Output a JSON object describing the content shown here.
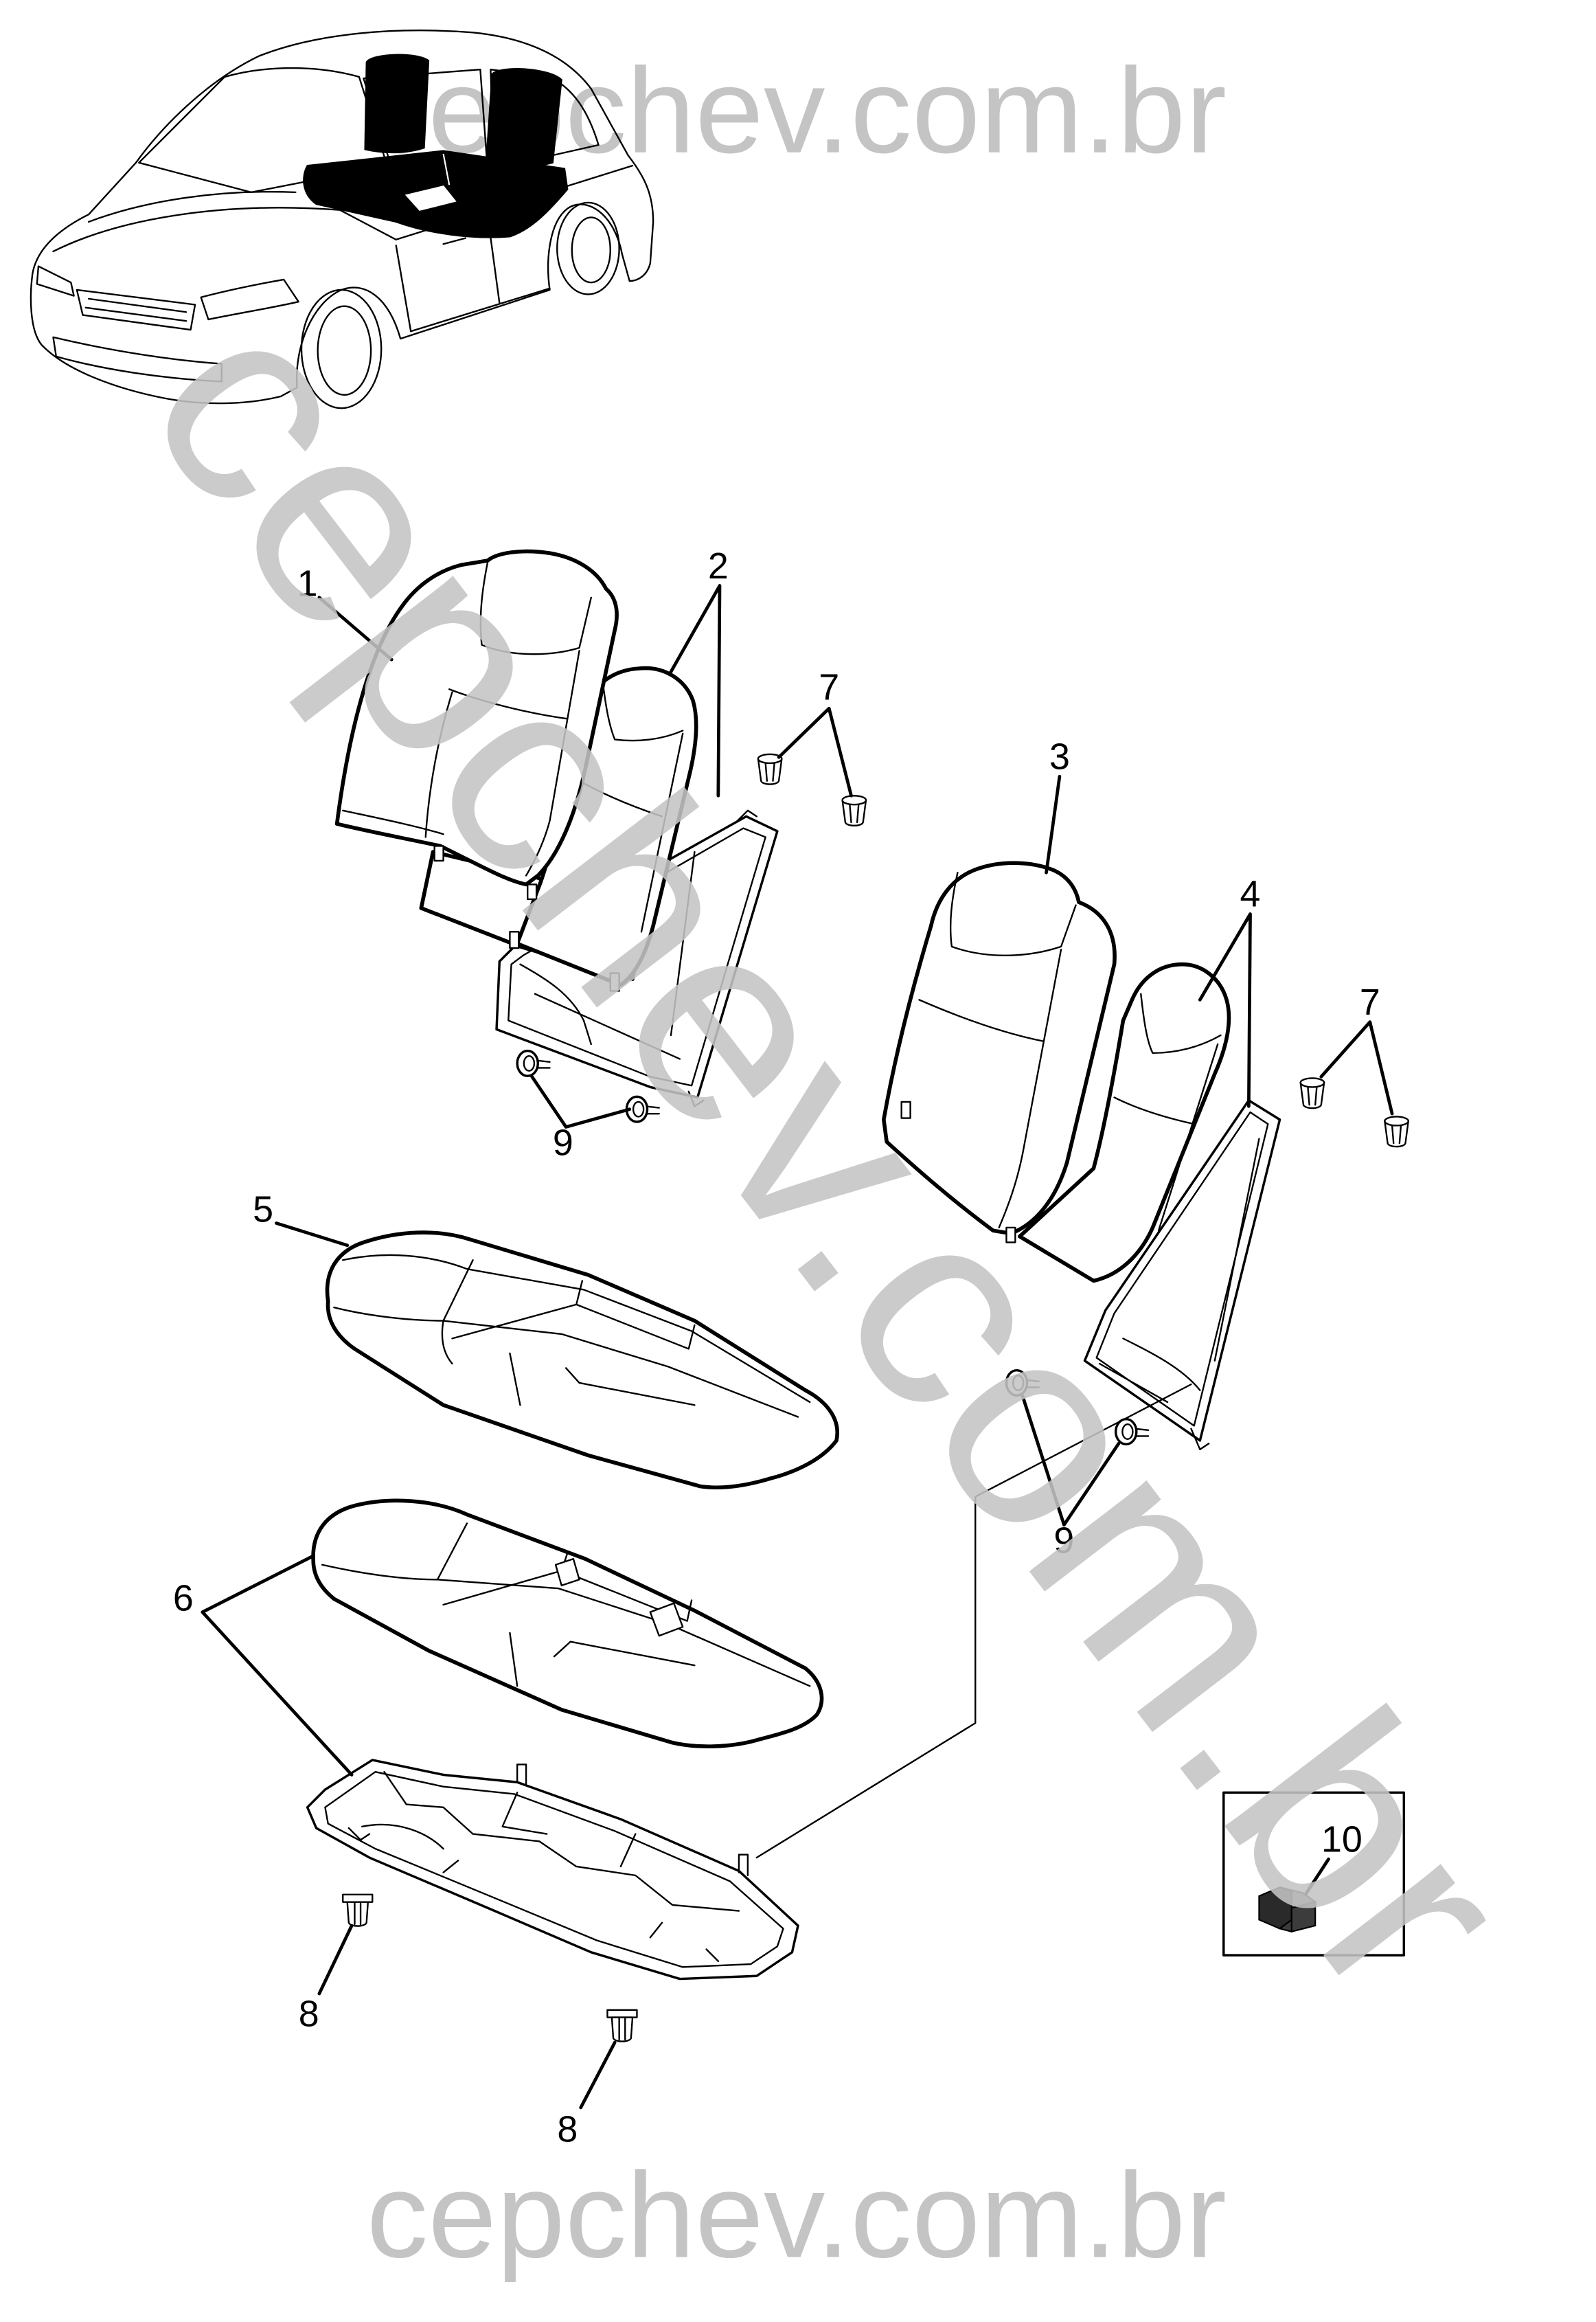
{
  "watermarks": {
    "top": "cepchev.com.br",
    "diagonal": "cepchev.com.br",
    "bottom": "cepchev.com.br"
  },
  "callouts": {
    "part_1": "1",
    "part_2": "2",
    "part_3": "3",
    "part_4": "4",
    "part_5": "5",
    "part_6": "6",
    "part_7_left": "7",
    "part_7_right": "7",
    "part_8_left": "8",
    "part_8_bottom": "8",
    "part_9_left": "9",
    "part_9_right": "9",
    "part_10": "10"
  },
  "colors": {
    "background": "#ffffff",
    "line": "#000000",
    "watermark": "#c4c4c4",
    "vehicle_seat_highlight": "#000000"
  }
}
